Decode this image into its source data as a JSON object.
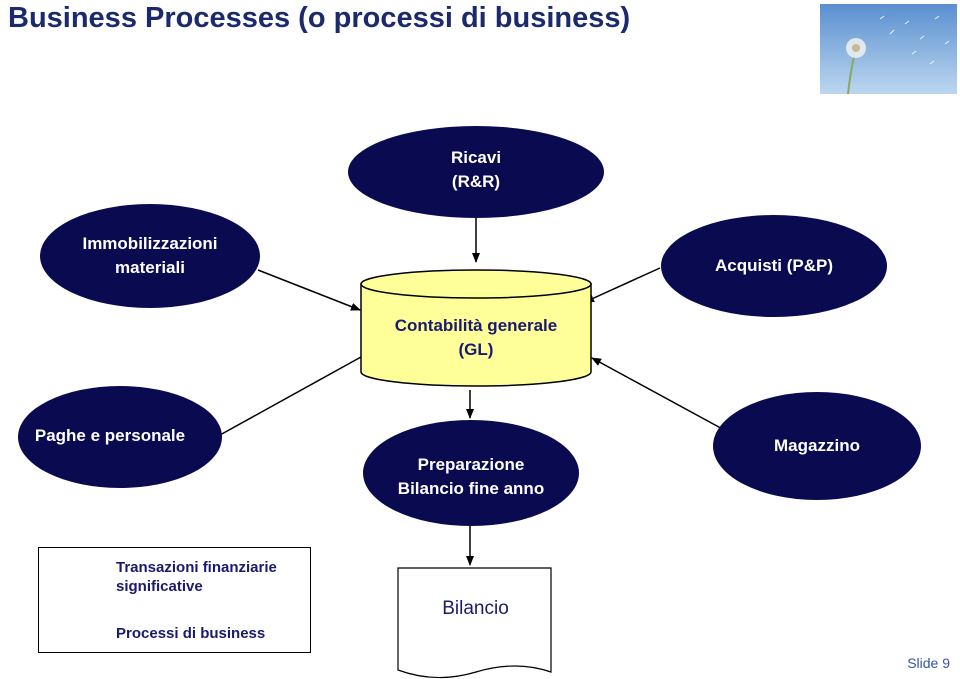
{
  "title": "Business Processes (o processi di business)",
  "colors": {
    "process_fill": "#0a0a50",
    "gl_fill": "#ffff99",
    "title": "#1a2a6c",
    "text_dark": "#1a1a6e"
  },
  "nodes": {
    "ricavi": {
      "line1": "Ricavi",
      "line2": "(R&R)"
    },
    "immobilizzazioni": {
      "line1": "Immobilizzazioni",
      "line2": "materiali"
    },
    "acquisti": {
      "line1": "Acquisti (P&P)"
    },
    "contabilita": {
      "line1": "Contabilità generale",
      "line2": "(GL)"
    },
    "paghe": {
      "line1": "Paghe e personale"
    },
    "preparazione": {
      "line1": "Preparazione",
      "line2": "Bilancio fine anno"
    },
    "magazzino": {
      "line1": "Magazzino"
    }
  },
  "document": {
    "label": "Bilancio"
  },
  "legend": {
    "arrow_label_1": "Transazioni finanziarie",
    "arrow_label_2": "significative",
    "process_label": "Processi di business"
  },
  "slide": "Slide 9"
}
